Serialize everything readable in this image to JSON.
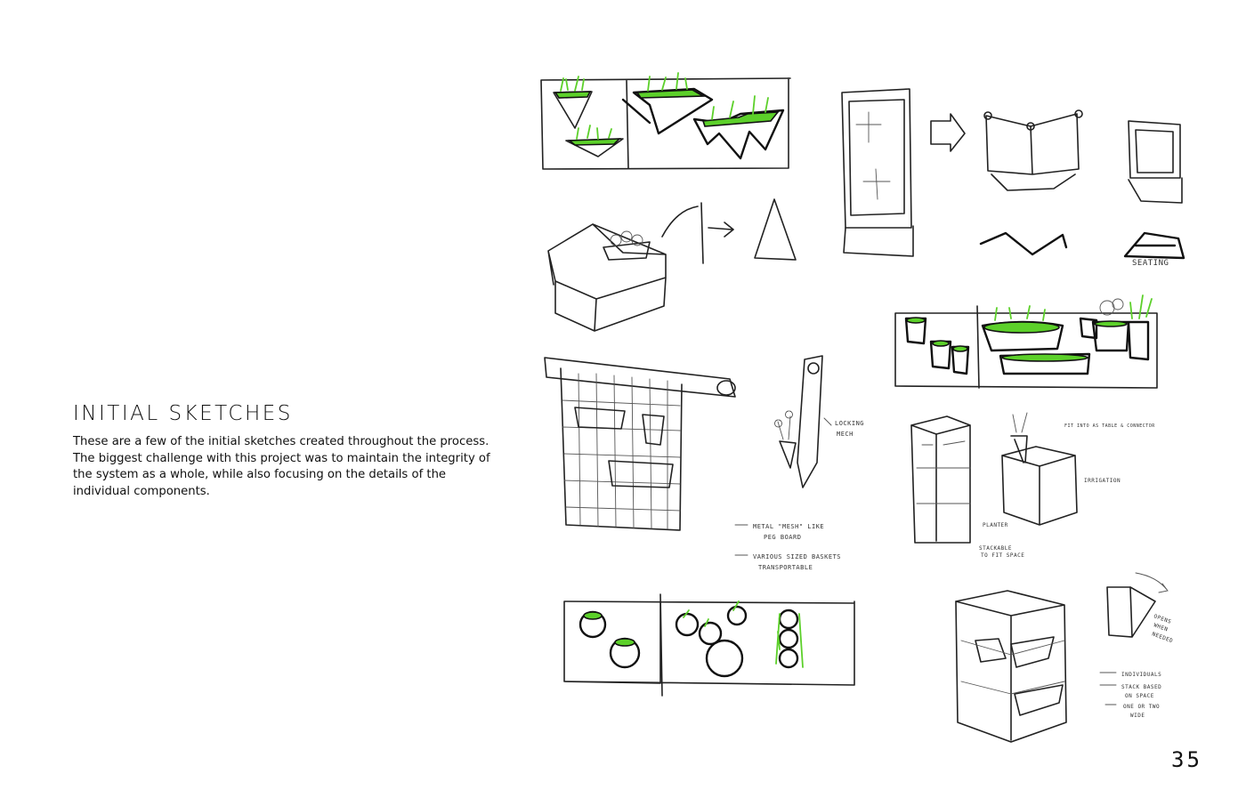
{
  "section": {
    "title": "INITIAL SKETCHES",
    "body": "These are a few of the initial sketches created throughout the process. The biggest challenge with this project was to maintain the integrity of the system as a whole, while also focusing on the details of the individual components."
  },
  "page_number": "35",
  "annotations": {
    "seating": "SEATING",
    "locking": "LOCKING",
    "mech": "MECH",
    "metal_mesh_1": "METAL \"MESH\" LIKE",
    "metal_mesh_2": "PEG BOARD",
    "baskets_1": "VARIOUS SIZED BASKETS",
    "baskets_2": "TRANSPORTABLE",
    "irrigation": "IRRIGATION",
    "planter": "PLANTER",
    "stackable_1": "STACKABLE",
    "stackable_2": "TO FIT SPACE",
    "connector": "FIT INTO AS TABLE & CONNECTOR",
    "opens_1": "OPENS",
    "opens_2": "WHEN",
    "opens_3": "NEEDED",
    "individuals": "INDIVIDUALS",
    "stack_1": "STACK BASED",
    "stack_2": "ON SPACE",
    "wide_1": "ONE OR TWO",
    "wide_2": "WIDE"
  }
}
